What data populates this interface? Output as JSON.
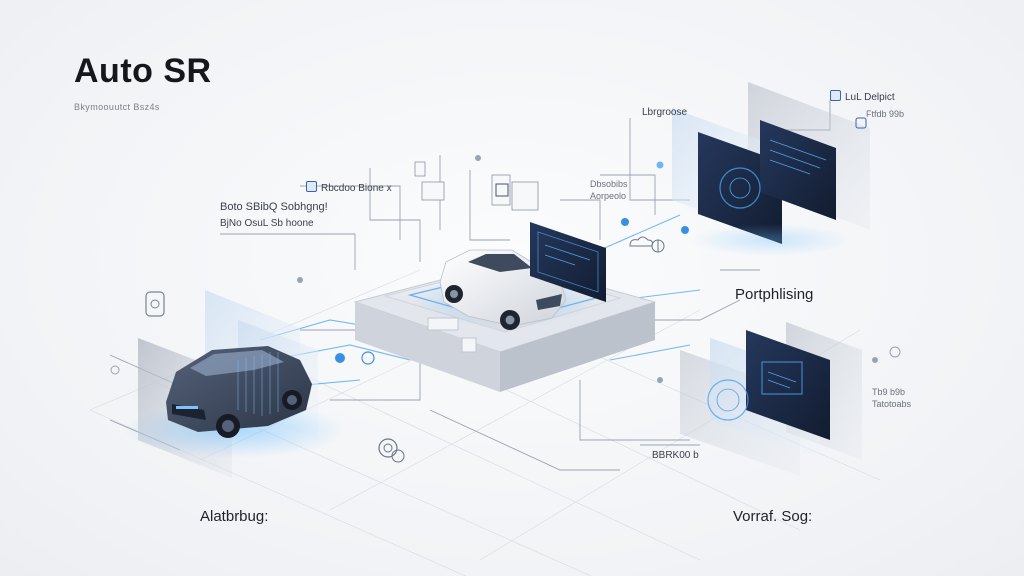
{
  "header": {
    "title": "Auto SR",
    "subtitle": "Bkymoouutct Bsz4s"
  },
  "labels": {
    "vehicle_callout": "Rbcdoo Bione x",
    "callout_line1": "Boto SBibQ Sobhgng!",
    "callout_line2": "BjNo OsuL Sb hoone",
    "legend_top_left": "Lbrgroose",
    "legend_top_right_line1": "LuL Delpict",
    "legend_top_right_line2": "Ftfdb 99b",
    "mid_note_line1": "Dbsobibs",
    "mid_note_line2": "Aorpeolo",
    "postprocessing": "Portphlising",
    "right_note_line1": "Tb9 b9b",
    "right_note_line2": "Tatotoabs",
    "bottom_note": "BBRK00 b",
    "bottom_left": "Alatbrbug:",
    "bottom_right": "Vorraf. Sog:"
  },
  "colors": {
    "accent": "#3b8fe0",
    "glow": "#7cc4ff",
    "panel_dark": "#1d2b45",
    "line": "#8a93a3",
    "car_dark": "#3e4a5e",
    "car_light": "#e9ecf0"
  },
  "icons": [
    "cloud-icon",
    "signal-icon",
    "gear-icon",
    "chip-icon",
    "lock-icon",
    "dot-node-icon"
  ]
}
